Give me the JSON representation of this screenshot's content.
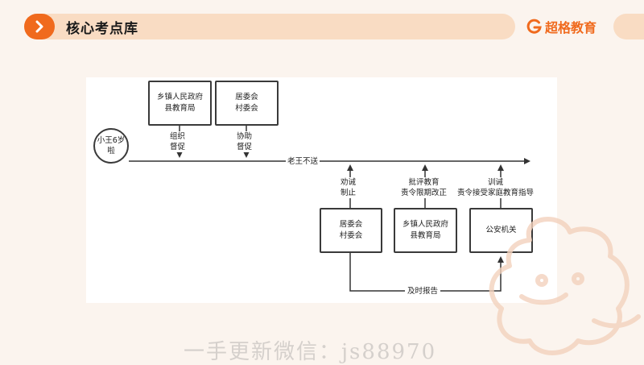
{
  "header": {
    "title": "核心考点库",
    "brand": "超格教育",
    "accent_color": "#f06a1d",
    "bar_color": "#f9dcc3"
  },
  "diagram": {
    "start": [
      "小王6岁",
      "啦"
    ],
    "timeline_label": "老王不送",
    "top_nodes": [
      {
        "lines": [
          "乡镇人民政府",
          "县教育局"
        ],
        "action": [
          "组织",
          "督促"
        ]
      },
      {
        "lines": [
          "居委会",
          "村委会"
        ],
        "action": [
          "协助",
          "督促"
        ]
      }
    ],
    "bottom_nodes": [
      {
        "lines": [
          "居委会",
          "村委会"
        ],
        "action": [
          "劝诫",
          "制止"
        ]
      },
      {
        "lines": [
          "乡镇人民政府",
          "县教育局"
        ],
        "action": [
          "批评教育",
          "责令限期改正"
        ]
      },
      {
        "lines": [
          "公安机关"
        ],
        "action": [
          "训诫",
          "责令接受家庭教育指导"
        ]
      }
    ],
    "report_label": "及时报告"
  },
  "watermark": "一手更新微信：js88970"
}
